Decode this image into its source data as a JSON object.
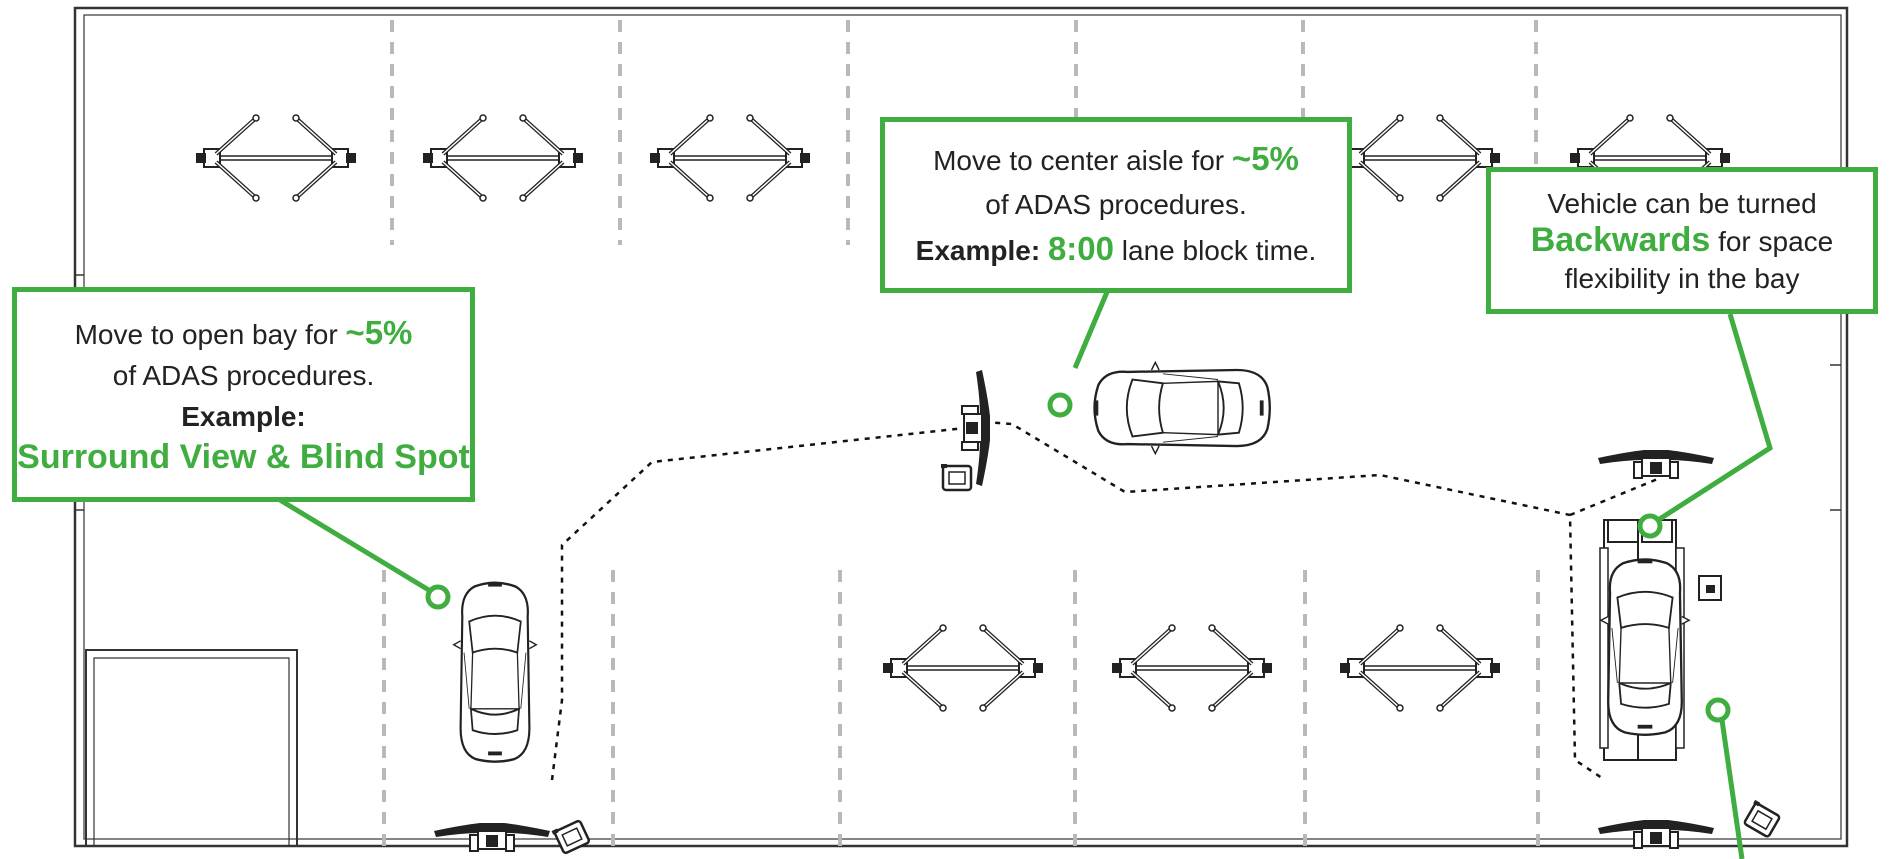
{
  "colors": {
    "accent": "#3fad3f",
    "wall": "#333333",
    "lane_divider": "#b9b9b9",
    "path": "#111111"
  },
  "icons": {
    "lift": "two-post-lift-icon",
    "car": "car-top-view-icon",
    "target_stand": "adas-target-stand-icon",
    "scan_cart": "scan-tool-cart-icon",
    "pointer": "callout-pointer-circle"
  },
  "callouts": {
    "open_bay": {
      "line1_text": "Move to open bay for ",
      "line1_value": "~5%",
      "line2": "of ADAS procedures.",
      "line3": "Example:",
      "line4": "Surround View & Blind Spot"
    },
    "center_aisle": {
      "line1_text": "Move to center aisle for ",
      "line1_value": "~5%",
      "line2": "of ADAS procedures.",
      "line3_label": "Example: ",
      "line3_value": "8:00",
      "line3_suffix": " lane block time."
    },
    "backwards": {
      "line1": "Vehicle can be turned",
      "line2_value": "Backwards",
      "line2_suffix": " for space",
      "line3": "flexibility in the bay"
    }
  }
}
